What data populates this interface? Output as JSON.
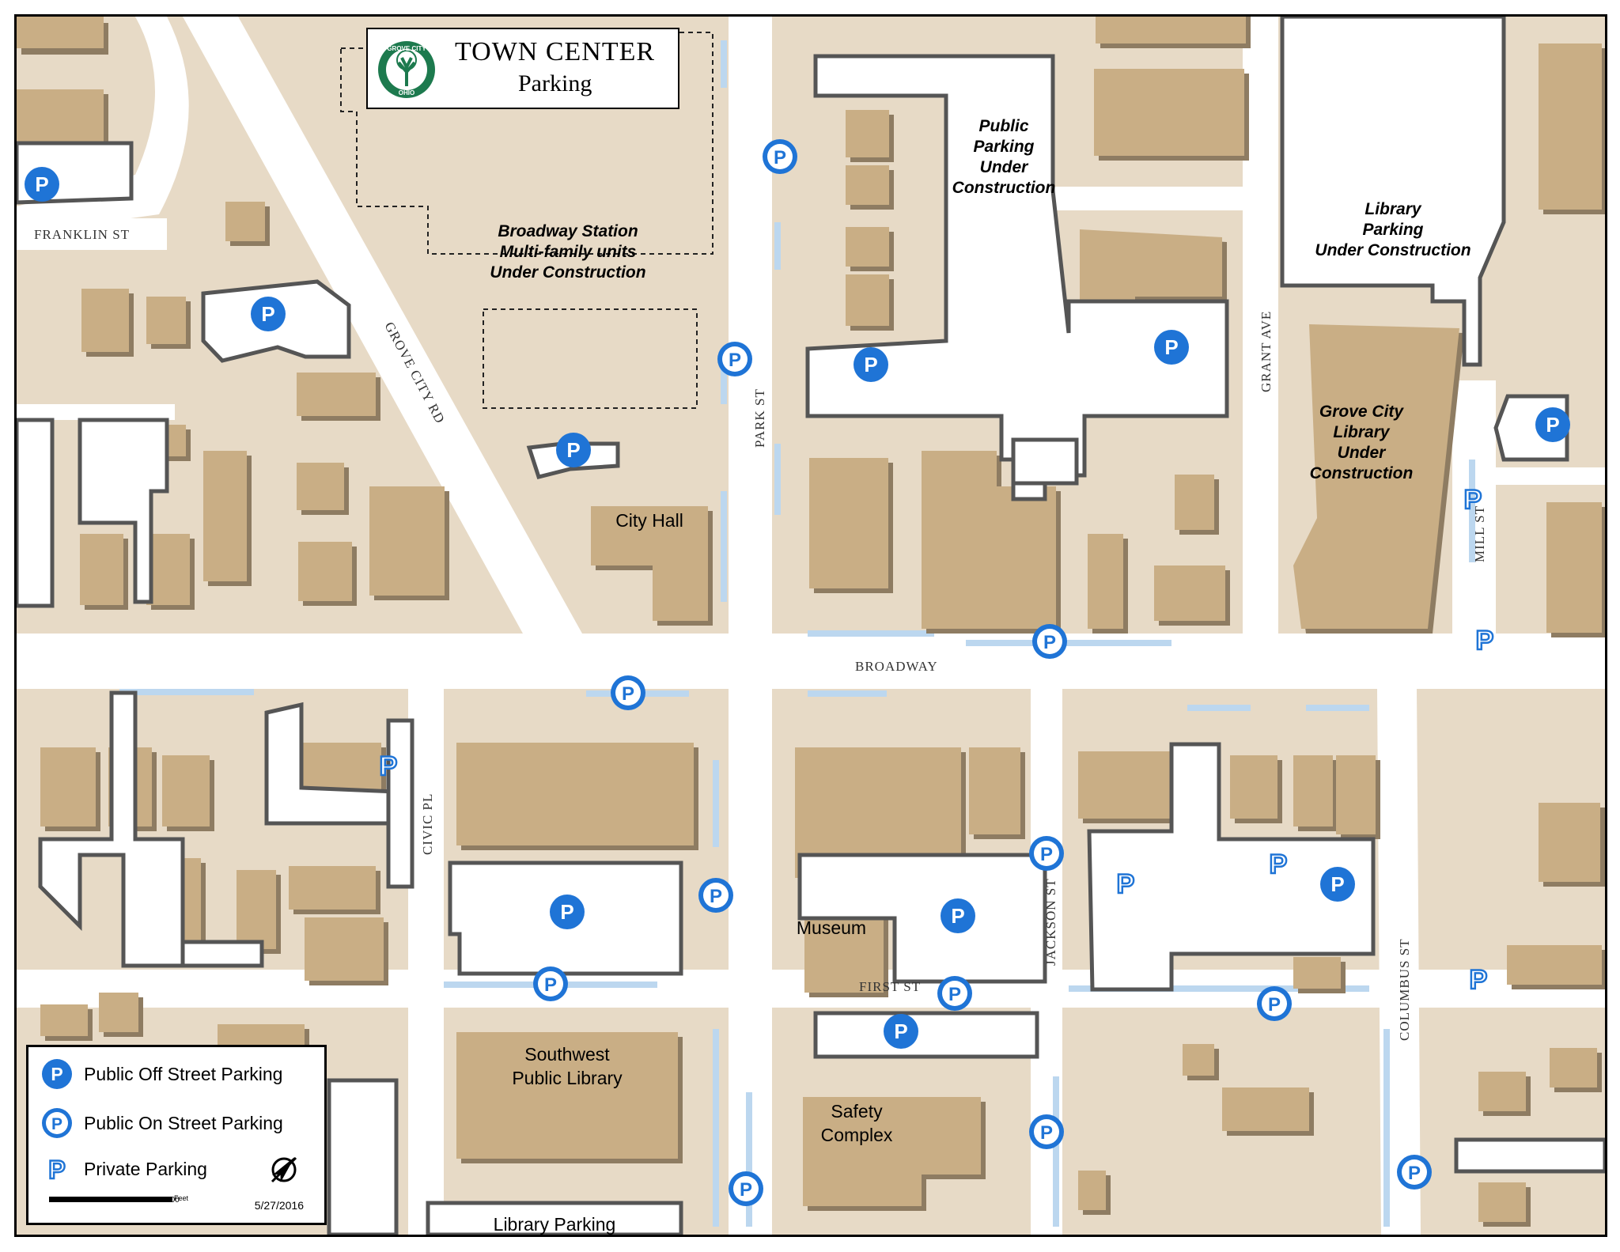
{
  "title": {
    "line1": "TOWN CENTER",
    "line2": "Parking",
    "logo_text_top": "GROVE CITY",
    "logo_text_bottom": "OHIO"
  },
  "streets": {
    "franklin": "FRANKLIN ST",
    "grove_city_rd": "GROVE CITY RD",
    "park": "PARK ST",
    "grant": "GRANT AVE",
    "mill": "MILL ST",
    "broadway": "BROADWAY",
    "civic": "CIVIC PL",
    "jackson": "JACKSON ST",
    "first": "FIRST ST",
    "columbus": "COLUMBUS ST"
  },
  "places": {
    "broadway_station": [
      "Broadway Station",
      "Multi-family units",
      "Under Construction"
    ],
    "public_parking": [
      "Public",
      "Parking",
      "Under",
      "Construction"
    ],
    "library_parking_uc": [
      "Library",
      "Parking",
      "Under Construction"
    ],
    "grove_city_library": [
      "Grove City",
      "Library",
      "Under",
      "Construction"
    ],
    "city_hall": "City Hall",
    "museum": "Museum",
    "southwest_library": [
      "Southwest",
      "Public Library"
    ],
    "safety_complex": [
      "Safety",
      "Complex"
    ],
    "library_parking": "Library Parking"
  },
  "legend": {
    "off_street": "Public Off Street Parking",
    "on_street": "Public On Street Parking",
    "private": "Private Parking",
    "scale_ticks": [
      "0",
      "25",
      "50",
      "100"
    ],
    "scale_unit": "Feet",
    "date": "5/27/2016",
    "marker_letter": "P"
  },
  "colors": {
    "off_street": "#1f74d6",
    "on_street": "#1f74d6",
    "private": "#1f74d6",
    "building": "#c9ae85",
    "ground": "#e7dac6",
    "on_street_strip": "#bcd7ef"
  }
}
